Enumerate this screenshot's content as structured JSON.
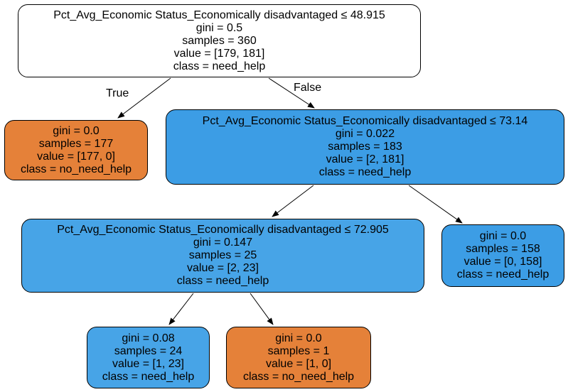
{
  "colors": {
    "root": "#ffffff",
    "no_need_help": "#e58139",
    "need_help_strong": "#3c9de5",
    "need_help_mid": "#47a4e7",
    "need_help_light": "#3c9de5"
  },
  "edges": {
    "true_label": "True",
    "false_label": "False"
  },
  "nodes": {
    "root": {
      "condition": "Pct_Avg_Economic Status_Economically disadvantaged ≤ 48.915",
      "gini": "gini = 0.5",
      "samples": "samples = 360",
      "value": "value = [179, 181]",
      "class": "class = need_help"
    },
    "left": {
      "gini": "gini = 0.0",
      "samples": "samples = 177",
      "value": "value = [177, 0]",
      "class": "class = no_need_help"
    },
    "right": {
      "condition": "Pct_Avg_Economic Status_Economically disadvantaged ≤ 73.14",
      "gini": "gini = 0.022",
      "samples": "samples = 183",
      "value": "value = [2, 181]",
      "class": "class = need_help"
    },
    "right_left": {
      "condition": "Pct_Avg_Economic Status_Economically disadvantaged ≤ 72.905",
      "gini": "gini = 0.147",
      "samples": "samples = 25",
      "value": "value = [2, 23]",
      "class": "class = need_help"
    },
    "right_right": {
      "gini": "gini = 0.0",
      "samples": "samples = 158",
      "value": "value = [0, 158]",
      "class": "class = need_help"
    },
    "right_left_left": {
      "gini": "gini = 0.08",
      "samples": "samples = 24",
      "value": "value = [1, 23]",
      "class": "class = need_help"
    },
    "right_left_right": {
      "gini": "gini = 0.0",
      "samples": "samples = 1",
      "value": "value = [1, 0]",
      "class": "class = no_need_help"
    }
  }
}
